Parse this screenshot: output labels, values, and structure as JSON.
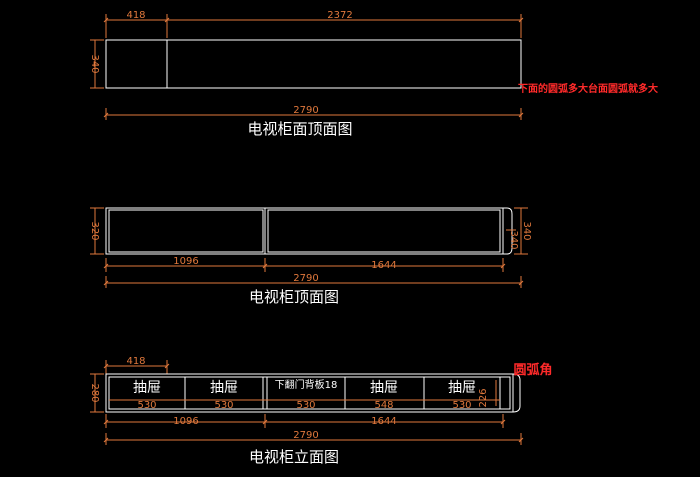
{
  "view1": {
    "dim_left_top": "418",
    "dim_right_top": "2372",
    "dim_height": "340",
    "dim_total": "2790",
    "title": "电视柜面顶面图",
    "note": "下面的圆弧多大台面圆弧就多大"
  },
  "view2": {
    "dim_height_left": "320",
    "dim_height_right_a": "340",
    "dim_height_right_b": "340",
    "dim_left_bottom": "1096",
    "dim_right_bottom": "1644",
    "dim_total": "2790",
    "title": "电视柜顶面图"
  },
  "view3": {
    "dim_left_top": "418",
    "dim_height": "280",
    "drawers": [
      {
        "label": "抽屉",
        "dim": "530"
      },
      {
        "label": "抽屉",
        "dim": "530"
      },
      {
        "label": "下翻门背板18",
        "dim": "530"
      },
      {
        "label": "抽屉",
        "dim": "548"
      },
      {
        "label": "抽屉",
        "dim": "530"
      }
    ],
    "dim_inner_height": "226",
    "dim_left_bottom": "1096",
    "dim_right_bottom": "1644",
    "dim_total": "2790",
    "title": "电视柜立面图",
    "note": "圆弧角"
  }
}
